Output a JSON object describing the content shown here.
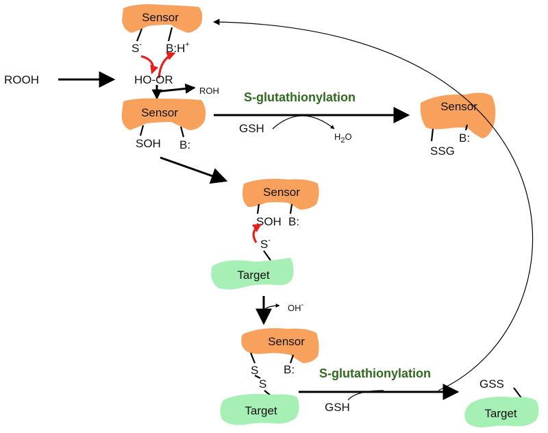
{
  "labels": {
    "sensor": "Sensor",
    "target": "Target",
    "rooh": "ROOH",
    "s_minus": "S",
    "minus": "-",
    "b": "B",
    "h_plus": "H",
    "plus": "+",
    "ho_or": "HO-OR",
    "roh": "ROH",
    "soh": "SOH",
    "b_colon": "B:",
    "gsh": "GSH",
    "h2o_h": "H",
    "h2o_2": "2",
    "h2o_o": "O",
    "ssg": "SSG",
    "s_glut": "S-glutathionylation",
    "oh_minus": "OH",
    "s_letter": "S",
    "gss": "GSS"
  },
  "colors": {
    "sensor": "#f7a15c",
    "target": "#a6f0b6",
    "green_heading": "#2e6b1c",
    "red_arrow": "#e5201c"
  }
}
